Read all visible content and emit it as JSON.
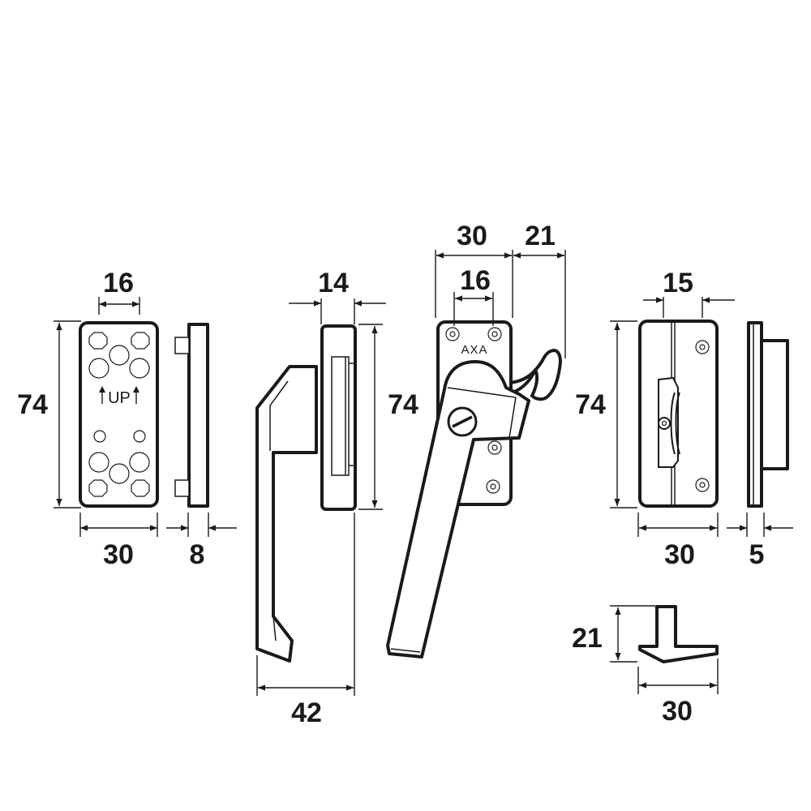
{
  "dimensions": {
    "plate_height": "74",
    "plate_top_width": "16",
    "plate_width": "30",
    "plate_depth": "8",
    "handle_top_width": "14",
    "handle_height": "74",
    "handle_width": "42",
    "main_width": "30",
    "main_offset": "21",
    "main_inner": "16",
    "keeper_height": "74",
    "keeper_top": "15",
    "keeper_width": "30",
    "keeper_depth": "5",
    "wedge_height": "21",
    "wedge_width": "30"
  },
  "labels": {
    "brand": "AXA",
    "up": "UP"
  },
  "colors": {
    "line": "#1a1a1a",
    "background": "#ffffff"
  }
}
